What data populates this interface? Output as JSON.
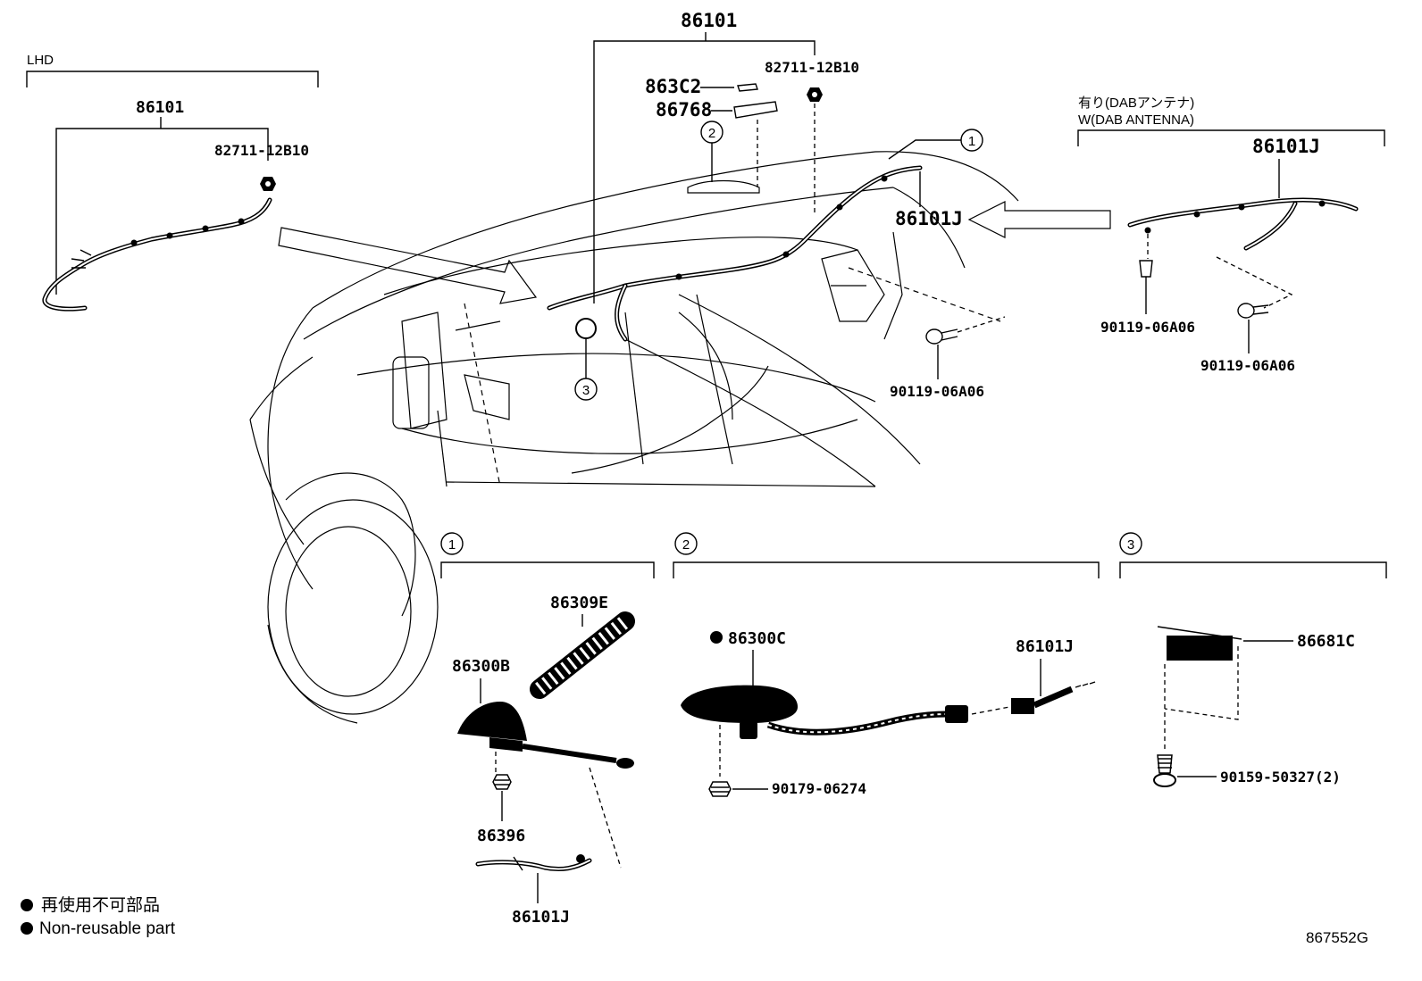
{
  "legend": {
    "jp": "再使用不可部品",
    "en": "Non-reusable part"
  },
  "diagram_code": "867552G",
  "lhd": {
    "title": "LHD",
    "harness": "86101",
    "nut": "82711-12B10"
  },
  "main": {
    "harness": "86101",
    "nut": "82711-12B10",
    "part_863c2": "863C2",
    "part_86768": "86768",
    "harness_j": "86101J",
    "clip": "90119-06A06",
    "refs": [
      "1",
      "2",
      "3"
    ]
  },
  "dab": {
    "title_jp": "有り(DABアンテナ)",
    "title_en": "W(DAB ANTENNA)",
    "harness": "86101J",
    "clip_a": "90119-06A06",
    "clip_b": "90119-06A06"
  },
  "detail1": {
    "ref": "1",
    "rod": "86309E",
    "base": "86300B",
    "nut": "86396",
    "cable": "86101J"
  },
  "detail2": {
    "ref": "2",
    "bullet": "●",
    "antenna": "86300C",
    "cable": "86101J",
    "nut": "90179-06274"
  },
  "detail3": {
    "ref": "3",
    "amp": "86681C",
    "screw": "90159-50327(2)"
  },
  "icons": [
    "non-reusable-bullet-icon",
    "reference-circle-icon"
  ]
}
